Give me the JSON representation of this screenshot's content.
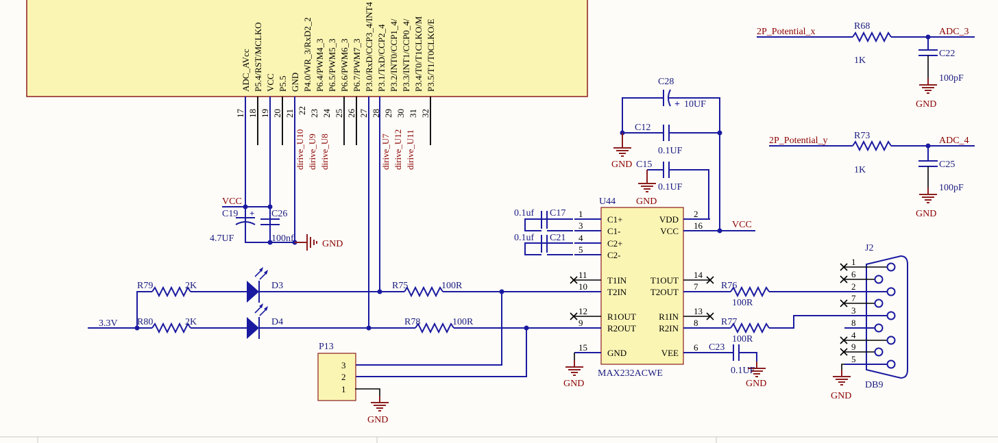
{
  "colors": {
    "wire": "#1a1aa0",
    "net_label": "#8b0000",
    "ic_fill": "#fbf5b4",
    "ic_stroke": "#8b1c1c",
    "background": "#fdfcf8"
  },
  "mcu": {
    "pins": [
      {
        "num": "17",
        "name": "ADC_AVcc"
      },
      {
        "num": "18",
        "name": "P5.4/RST/MCLKO"
      },
      {
        "num": "19",
        "name": "VCC"
      },
      {
        "num": "20",
        "name": "P5.5"
      },
      {
        "num": "21",
        "name": "GND"
      },
      {
        "num": "22",
        "name": "P4.0/WR_3/RxD2_2"
      },
      {
        "num": "23",
        "name": "P6.4/PWM4_3"
      },
      {
        "num": "24",
        "name": "P6.5/PWM5_3"
      },
      {
        "num": "25",
        "name": "P6.6/PWM6_3"
      },
      {
        "num": "26",
        "name": "P6.7/PWM7_3"
      },
      {
        "num": "27",
        "name": "P3.0/RxD/CCP3_4/INT4"
      },
      {
        "num": "28",
        "name": "P3.1/TxD/CCP2_4"
      },
      {
        "num": "29",
        "name": "P3.2/INT0/CCP1_4/"
      },
      {
        "num": "30",
        "name": "P3.3/INT1/CCP0_4/"
      },
      {
        "num": "31",
        "name": "P3.4/T0/T1CLKO/M"
      },
      {
        "num": "32",
        "name": "P3.5/T1/T0CLKO/E"
      }
    ],
    "drive_labels": [
      "dirive_U10",
      "dirive_U9",
      "dirive_U8",
      "dirive_U7",
      "dirive_U12",
      "dirive_U11"
    ]
  },
  "nets": {
    "vcc": "VCC",
    "gnd": "GND",
    "v33": "3.3V",
    "adc3": "ADC_3",
    "adc4": "ADC_4",
    "pot_x": "2P_Potential_x",
    "pot_y": "2P_Potential_y"
  },
  "components": {
    "c19": {
      "ref": "C19",
      "value": "4.7UF"
    },
    "c26": {
      "ref": "C26",
      "value": "100nf"
    },
    "c28": {
      "ref": "C28",
      "value": "10UF"
    },
    "c12": {
      "ref": "C12",
      "value": "0.1UF"
    },
    "c15": {
      "ref": "C15",
      "value": "0.1UF"
    },
    "c17": {
      "ref": "C17",
      "value": "0.1uf"
    },
    "c21": {
      "ref": "C21",
      "value": "0.1uf"
    },
    "c22": {
      "ref": "C22",
      "value": "100pF"
    },
    "c25": {
      "ref": "C25",
      "value": "100pF"
    },
    "c23": {
      "ref": "C23",
      "value": "0.1UF"
    },
    "r68": {
      "ref": "R68",
      "value": "1K"
    },
    "r73": {
      "ref": "R73",
      "value": "1K"
    },
    "r79": {
      "ref": "R79",
      "value": "2K"
    },
    "r80": {
      "ref": "R80",
      "value": "2K"
    },
    "r75": {
      "ref": "R75",
      "value": "100R"
    },
    "r78": {
      "ref": "R78",
      "value": "100R"
    },
    "r76": {
      "ref": "R76",
      "value": "100R"
    },
    "r77": {
      "ref": "R77",
      "value": "100R"
    },
    "d3": {
      "ref": "D3"
    },
    "d4": {
      "ref": "D4"
    },
    "p13": {
      "ref": "P13",
      "pins": [
        "3",
        "2",
        "1"
      ]
    }
  },
  "u44": {
    "ref": "U44",
    "part": "MAX232ACWE",
    "left_pins": [
      {
        "num": "1",
        "name": "C1+"
      },
      {
        "num": "3",
        "name": "C1-"
      },
      {
        "num": "4",
        "name": "C2+"
      },
      {
        "num": "5",
        "name": "C2-"
      },
      {
        "num": "11",
        "name": "T1IN"
      },
      {
        "num": "10",
        "name": "T2IN"
      },
      {
        "num": "12",
        "name": "R1OUT"
      },
      {
        "num": "9",
        "name": "R2OUT"
      },
      {
        "num": "15",
        "name": "GND"
      }
    ],
    "right_pins": [
      {
        "num": "2",
        "name": "VDD"
      },
      {
        "num": "16",
        "name": "VCC"
      },
      {
        "num": "14",
        "name": "T1OUT"
      },
      {
        "num": "7",
        "name": "T2OUT"
      },
      {
        "num": "13",
        "name": "R1IN"
      },
      {
        "num": "8",
        "name": "R2IN"
      },
      {
        "num": "6",
        "name": "VEE"
      }
    ]
  },
  "j2": {
    "ref": "J2",
    "part": "DB9",
    "pins": [
      "1",
      "6",
      "2",
      "7",
      "3",
      "8",
      "4",
      "9",
      "5"
    ]
  }
}
